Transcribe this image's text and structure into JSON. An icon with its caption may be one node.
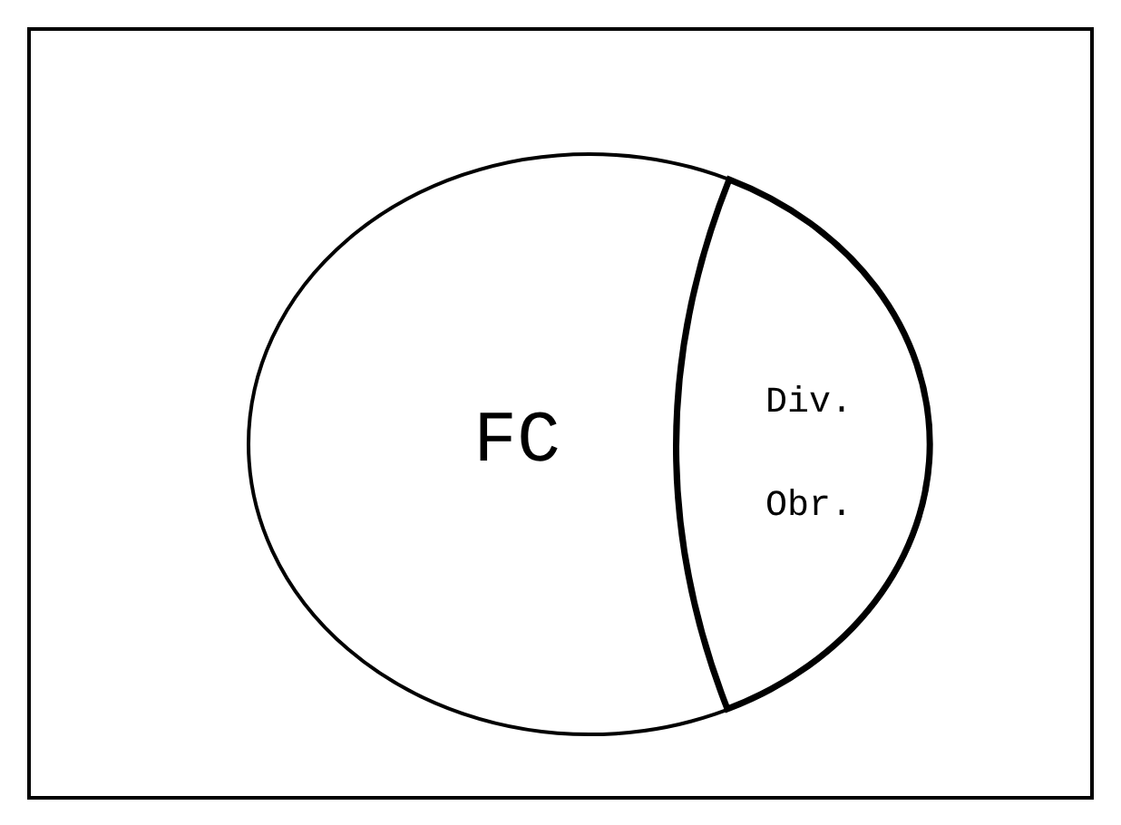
{
  "diagram": {
    "nodes": [
      {
        "text": [
          "FC"
        ]
      },
      {
        "text": [
          "Div. Obr."
        ],
        "in": 0
      }
    ]
  }
}
